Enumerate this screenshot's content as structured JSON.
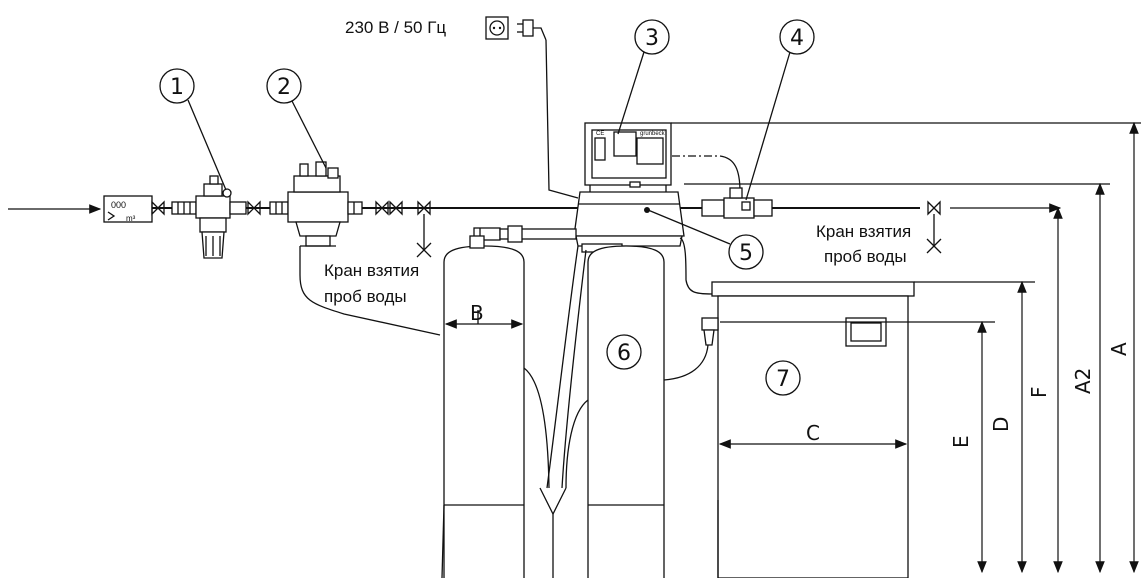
{
  "power_label": "230 В / 50 Гц",
  "callouts": [
    "1",
    "2",
    "3",
    "4",
    "5",
    "6",
    "7"
  ],
  "sample_valve_label_left": [
    "Кран взятия",
    "проб воды"
  ],
  "sample_valve_label_right": [
    "Кран взятия",
    "проб воды"
  ],
  "dimensions": {
    "a": "A",
    "a2": "A2",
    "b": "B",
    "c": "C",
    "d": "D",
    "e": "E",
    "f": "F"
  },
  "meter_digits": "000",
  "meter_unit": "m³",
  "controller_brand": "grunbeck",
  "controller_mark": "CE"
}
